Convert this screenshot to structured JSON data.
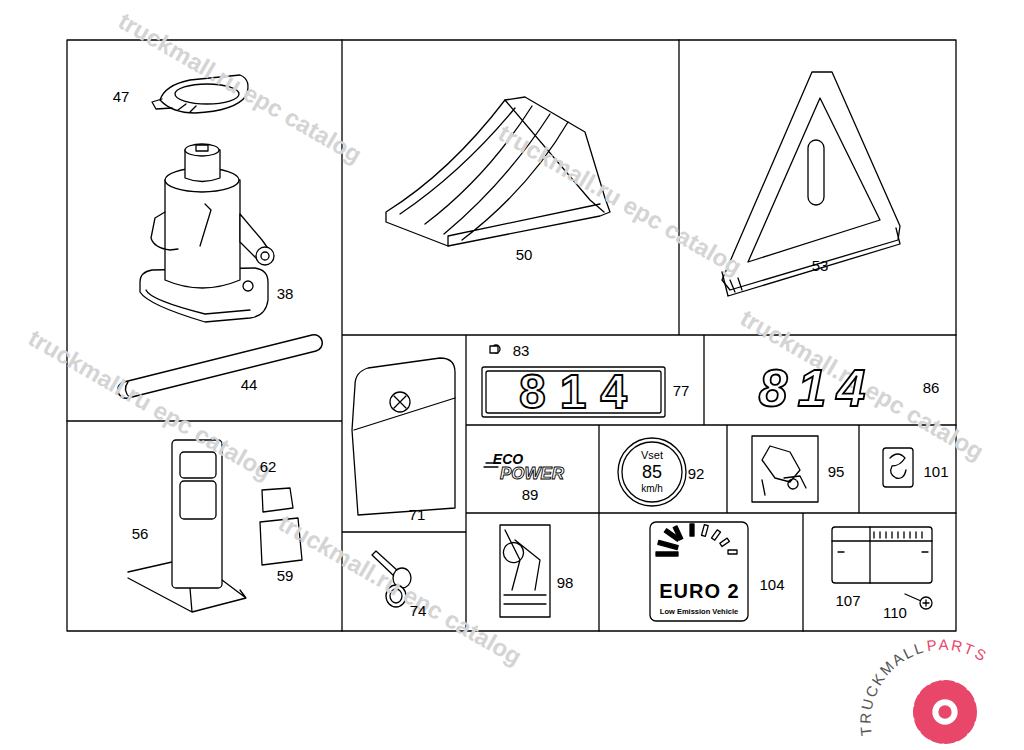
{
  "diagram": {
    "labels": [
      "47",
      "38",
      "44",
      "50",
      "53",
      "71",
      "83",
      "77",
      "814",
      "86",
      "814",
      "56",
      "62",
      "59",
      "ECO",
      "POWER",
      "89",
      "Vset",
      "85",
      "km/h",
      "92",
      "95",
      "101",
      "74",
      "98",
      "EURO 2",
      "Low Emission Vehicle",
      "104",
      "107",
      "110",
      "truckmall.ru epc catalog",
      "truckmall.ru epc catalog",
      "truckmall.ru epc catalog",
      "truckmall.ru epc catalog",
      "truckmall.ru epc catalog",
      "TRUCKMALL",
      "PARTS"
    ]
  }
}
